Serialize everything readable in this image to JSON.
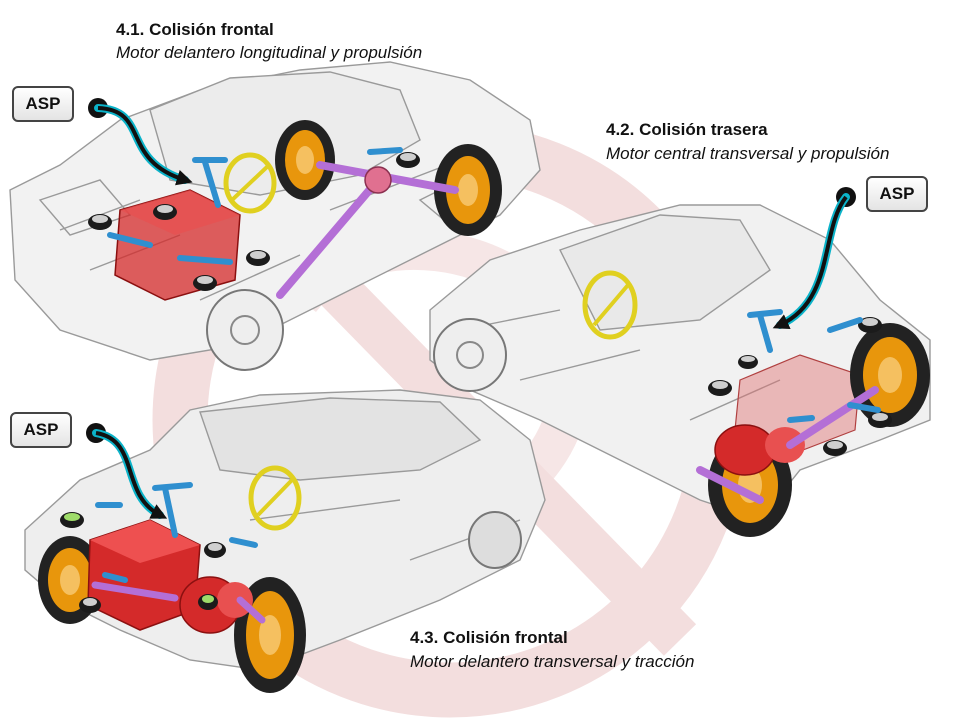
{
  "sections": [
    {
      "id": "4.1",
      "title": "4.1. Colisión frontal",
      "subtitle": "Motor delantero longitudinal y propulsión",
      "badge": "ASP"
    },
    {
      "id": "4.2",
      "title": "4.2. Colisión trasera",
      "subtitle": "Motor central transversal y propulsión",
      "badge": "ASP"
    },
    {
      "id": "4.3",
      "title": "4.3. Colisión frontal",
      "subtitle": "Motor delantero transversal y tracción",
      "badge": "ASP"
    }
  ],
  "colors": {
    "engine": "#d42a2a",
    "wheel": "#e8960c",
    "driveshaft": "#b46fd6",
    "mount": "#2f8fcf",
    "steering": "#e0d020",
    "arrow": "#111111",
    "watermark": "#f4dcdc"
  },
  "icons": [
    "asp-badge",
    "engine-block",
    "wheel",
    "driveshaft",
    "steering-wheel",
    "engine-mount",
    "pointer-arrow"
  ]
}
